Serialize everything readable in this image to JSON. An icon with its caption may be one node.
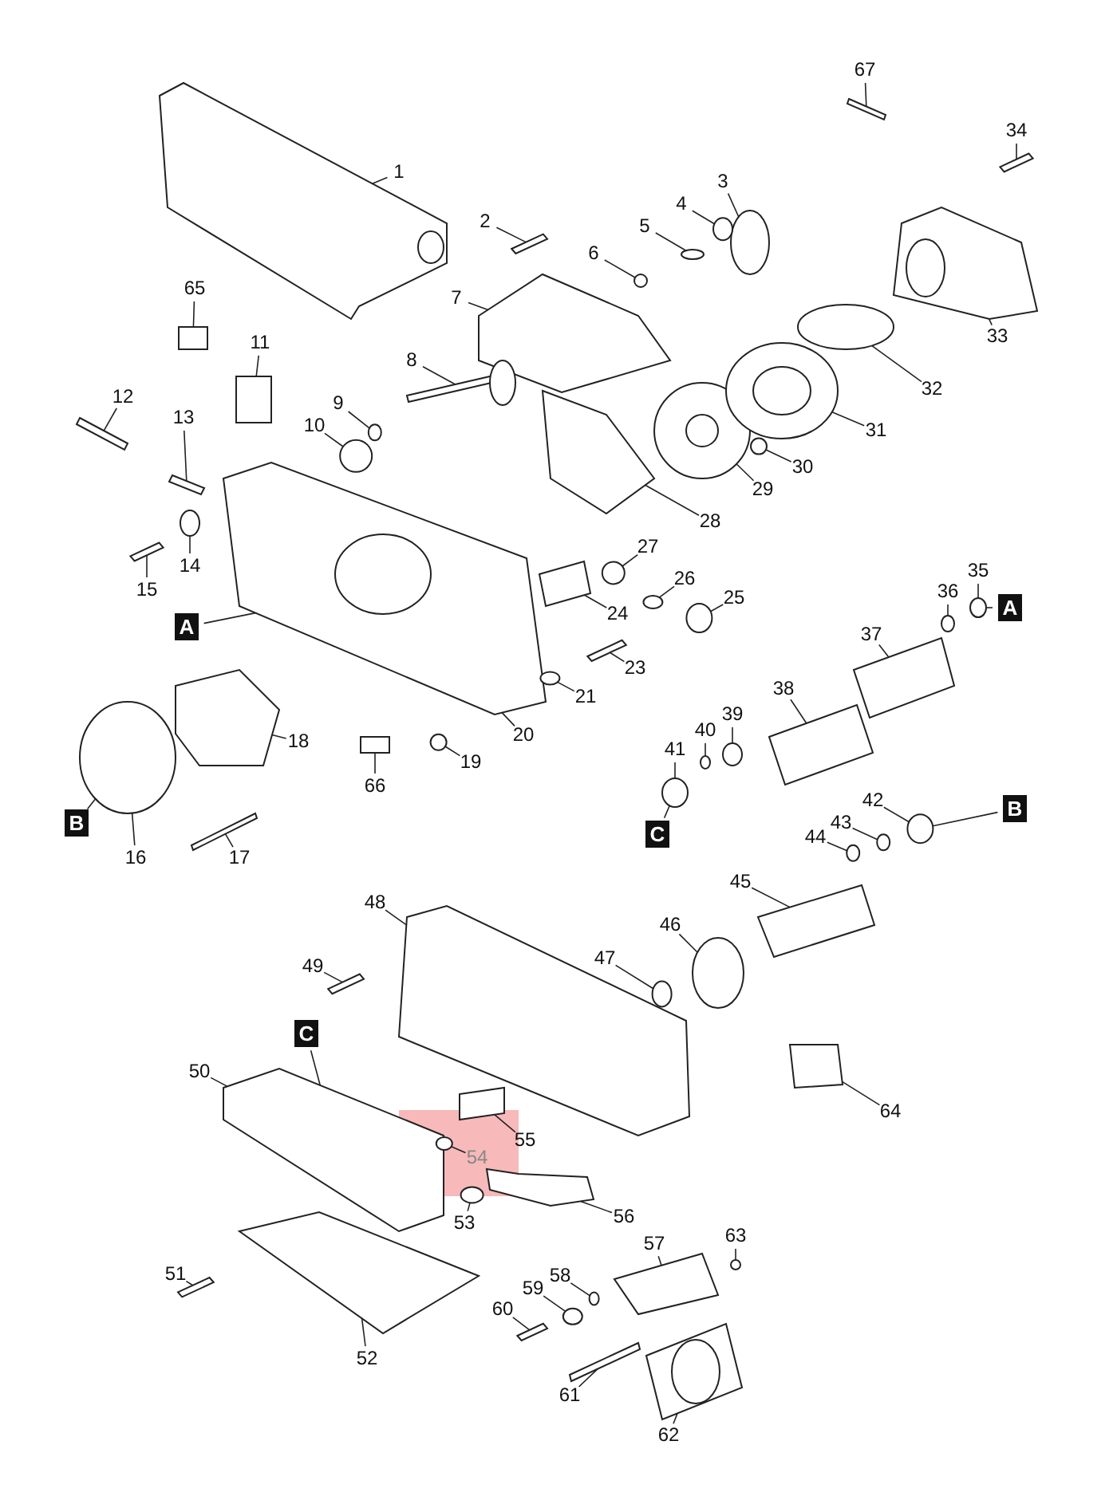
{
  "diagram": {
    "nodes": [
      {
        "text": [
          "1"
        ]
      },
      {
        "text": [
          "2"
        ]
      },
      {
        "text": [
          "3"
        ]
      },
      {
        "text": [
          "4"
        ]
      },
      {
        "text": [
          "5"
        ]
      },
      {
        "text": [
          "6"
        ]
      },
      {
        "text": [
          "7"
        ]
      },
      {
        "text": [
          "8"
        ]
      },
      {
        "text": [
          "9"
        ]
      },
      {
        "text": [
          "10"
        ]
      },
      {
        "text": [
          "11"
        ]
      },
      {
        "text": [
          "12"
        ]
      },
      {
        "text": [
          "13"
        ]
      },
      {
        "text": [
          "14"
        ]
      },
      {
        "text": [
          "15"
        ]
      },
      {
        "text": [
          "16"
        ]
      },
      {
        "text": [
          "17"
        ]
      },
      {
        "text": [
          "18"
        ]
      },
      {
        "text": [
          "19"
        ]
      },
      {
        "text": [
          "20"
        ]
      },
      {
        "text": [
          "21"
        ]
      },
      {
        "text": [
          "23"
        ]
      },
      {
        "text": [
          "24"
        ]
      },
      {
        "text": [
          "25"
        ]
      },
      {
        "text": [
          "26"
        ]
      },
      {
        "text": [
          "27"
        ]
      },
      {
        "text": [
          "28"
        ]
      },
      {
        "text": [
          "29"
        ]
      },
      {
        "text": [
          "30"
        ]
      },
      {
        "text": [
          "31"
        ]
      },
      {
        "text": [
          "32"
        ]
      },
      {
        "text": [
          "33"
        ]
      },
      {
        "text": [
          "34"
        ]
      },
      {
        "text": [
          "35"
        ]
      },
      {
        "text": [
          "36"
        ]
      },
      {
        "text": [
          "37"
        ]
      },
      {
        "text": [
          "38"
        ]
      },
      {
        "text": [
          "39"
        ]
      },
      {
        "text": [
          "40"
        ]
      },
      {
        "text": [
          "41"
        ]
      },
      {
        "text": [
          "42"
        ]
      },
      {
        "text": [
          "43"
        ]
      },
      {
        "text": [
          "44"
        ]
      },
      {
        "text": [
          "45"
        ]
      },
      {
        "text": [
          "46"
        ]
      },
      {
        "text": [
          "47"
        ]
      },
      {
        "text": [
          "48"
        ]
      },
      {
        "text": [
          "49"
        ]
      },
      {
        "text": [
          "50"
        ]
      },
      {
        "text": [
          "51"
        ]
      },
      {
        "text": [
          "52"
        ]
      },
      {
        "text": [
          "53"
        ]
      },
      {
        "text": [
          "54"
        ]
      },
      {
        "text": [
          "55"
        ]
      },
      {
        "text": [
          "56"
        ]
      },
      {
        "text": [
          "57"
        ]
      },
      {
        "text": [
          "58"
        ]
      },
      {
        "text": [
          "59"
        ]
      },
      {
        "text": [
          "60"
        ]
      },
      {
        "text": [
          "61"
        ]
      },
      {
        "text": [
          "62"
        ]
      },
      {
        "text": [
          "63"
        ]
      },
      {
        "text": [
          "64"
        ]
      },
      {
        "text": [
          "65"
        ]
      },
      {
        "text": [
          "66"
        ]
      },
      {
        "text": [
          "67"
        ]
      },
      {
        "text": [
          "A"
        ]
      },
      {
        "text": [
          "A"
        ]
      },
      {
        "text": [
          "B"
        ]
      },
      {
        "text": [
          "B"
        ]
      },
      {
        "text": [
          "C"
        ]
      },
      {
        "text": [
          "C"
        ]
      },
      {
        "text": [],
        "shape": "box"
      },
      {
        "text": [],
        "shape": "bar"
      },
      {
        "text": [],
        "shape": "circle"
      },
      {
        "text": [],
        "shape": "circle"
      },
      {
        "text": [],
        "shape": "circle"
      },
      {
        "text": [],
        "shape": "circle"
      },
      {
        "text": [],
        "shape": "box"
      },
      {
        "text": [],
        "shape": "bar"
      },
      {
        "text": [],
        "shape": "circle"
      },
      {
        "text": [],
        "shape": "circle"
      },
      {
        "text": [],
        "shape": "box"
      },
      {
        "text": [],
        "shape": "bar"
      },
      {
        "text": [],
        "shape": "bar"
      },
      {
        "text": [],
        "shape": "circle"
      },
      {
        "text": [],
        "shape": "bar"
      },
      {
        "text": [],
        "shape": "circle"
      },
      {
        "text": [],
        "shape": "bar"
      },
      {
        "text": [],
        "shape": "box"
      },
      {
        "text": [],
        "shape": "circle"
      },
      {
        "text": [],
        "shape": "box"
      },
      {
        "text": [],
        "shape": "circle"
      },
      {
        "text": [],
        "shape": "bar"
      },
      {
        "text": [],
        "shape": "box"
      },
      {
        "text": [],
        "shape": "circle"
      },
      {
        "text": [],
        "shape": "circle"
      },
      {
        "text": [],
        "shape": "circle"
      },
      {
        "text": [],
        "shape": "box"
      },
      {
        "text": [],
        "shape": "circle"
      },
      {
        "text": [],
        "shape": "circle"
      },
      {
        "text": [],
        "shape": "circle"
      },
      {
        "text": [],
        "shape": "circle"
      },
      {
        "text": [],
        "shape": "box"
      },
      {
        "text": [],
        "shape": "bar"
      },
      {
        "text": [],
        "shape": "circle"
      },
      {
        "text": [],
        "shape": "circle"
      },
      {
        "text": [],
        "shape": "box"
      },
      {
        "text": [],
        "shape": "box"
      },
      {
        "text": [],
        "shape": "circle"
      },
      {
        "text": [],
        "shape": "circle"
      },
      {
        "text": [],
        "shape": "circle"
      },
      {
        "text": [],
        "shape": "circle"
      },
      {
        "text": [],
        "shape": "circle"
      },
      {
        "text": [],
        "shape": "circle"
      },
      {
        "text": [],
        "shape": "box"
      },
      {
        "text": [],
        "shape": "circle"
      },
      {
        "text": [],
        "shape": "circle"
      },
      {
        "text": [],
        "shape": "box"
      },
      {
        "text": [],
        "shape": "bar"
      },
      {
        "text": [],
        "shape": "box"
      },
      {
        "text": [],
        "shape": "bar"
      },
      {
        "text": [],
        "shape": "box"
      },
      {
        "text": [],
        "shape": "circle"
      },
      {
        "text": [],
        "shape": "circle"
      },
      {
        "text": [],
        "shape": "box"
      },
      {
        "text": [],
        "shape": "box"
      },
      {
        "text": [],
        "shape": "box"
      },
      {
        "text": [],
        "shape": "circle"
      },
      {
        "text": [],
        "shape": "circle"
      },
      {
        "text": [],
        "shape": "bar"
      },
      {
        "text": [],
        "shape": "bar"
      },
      {
        "text": [],
        "shape": "box"
      },
      {
        "text": [],
        "shape": "circle"
      },
      {
        "text": [],
        "shape": "box"
      },
      {
        "text": [],
        "shape": "box"
      },
      {
        "text": [],
        "shape": "box"
      },
      {
        "text": [],
        "shape": "bar"
      }
    ],
    "edges": [
      {
        "from": 0,
        "to": 72,
        "arrow": "none"
      },
      {
        "from": 1,
        "to": 73,
        "arrow": "none"
      },
      {
        "from": 2,
        "to": 74,
        "arrow": "none"
      },
      {
        "from": 3,
        "to": 75,
        "arrow": "none"
      },
      {
        "from": 4,
        "to": 76,
        "arrow": "none"
      },
      {
        "from": 5,
        "to": 77,
        "arrow": "none"
      },
      {
        "from": 6,
        "to": 78,
        "arrow": "none"
      },
      {
        "from": 7,
        "to": 79,
        "arrow": "none"
      },
      {
        "from": 8,
        "to": 80,
        "arrow": "none"
      },
      {
        "from": 9,
        "to": 81,
        "arrow": "none"
      },
      {
        "from": 10,
        "to": 82,
        "arrow": "none"
      },
      {
        "from": 11,
        "to": 83,
        "arrow": "none"
      },
      {
        "from": 12,
        "to": 84,
        "arrow": "none"
      },
      {
        "from": 13,
        "to": 85,
        "arrow": "none"
      },
      {
        "from": 14,
        "to": 86,
        "arrow": "none"
      },
      {
        "from": 15,
        "to": 87,
        "arrow": "none"
      },
      {
        "from": 16,
        "to": 88,
        "arrow": "none"
      },
      {
        "from": 17,
        "to": 89,
        "arrow": "none"
      },
      {
        "from": 18,
        "to": 90,
        "arrow": "none"
      },
      {
        "from": 19,
        "to": 91,
        "arrow": "none"
      },
      {
        "from": 20,
        "to": 92,
        "arrow": "none"
      },
      {
        "from": 21,
        "to": 93,
        "arrow": "none"
      },
      {
        "from": 22,
        "to": 94,
        "arrow": "none"
      },
      {
        "from": 23,
        "to": 95,
        "arrow": "none"
      },
      {
        "from": 24,
        "to": 96,
        "arrow": "none"
      },
      {
        "from": 25,
        "to": 97,
        "arrow": "none"
      },
      {
        "from": 26,
        "to": 98,
        "arrow": "none"
      },
      {
        "from": 27,
        "to": 99,
        "arrow": "none"
      },
      {
        "from": 28,
        "to": 100,
        "arrow": "none"
      },
      {
        "from": 29,
        "to": 101,
        "arrow": "none"
      },
      {
        "from": 30,
        "to": 102,
        "arrow": "none"
      },
      {
        "from": 31,
        "to": 103,
        "arrow": "none"
      },
      {
        "from": 32,
        "to": 104,
        "arrow": "none"
      },
      {
        "from": 33,
        "to": 105,
        "arrow": "none"
      },
      {
        "from": 34,
        "to": 106,
        "arrow": "none"
      },
      {
        "from": 35,
        "to": 107,
        "arrow": "none"
      },
      {
        "from": 36,
        "to": 108,
        "arrow": "none"
      },
      {
        "from": 37,
        "to": 109,
        "arrow": "none"
      },
      {
        "from": 38,
        "to": 110,
        "arrow": "none"
      },
      {
        "from": 39,
        "to": 111,
        "arrow": "none"
      },
      {
        "from": 40,
        "to": 112,
        "arrow": "none"
      },
      {
        "from": 41,
        "to": 113,
        "arrow": "none"
      },
      {
        "from": 42,
        "to": 114,
        "arrow": "none"
      },
      {
        "from": 43,
        "to": 115,
        "arrow": "none"
      },
      {
        "from": 44,
        "to": 116,
        "arrow": "none"
      },
      {
        "from": 45,
        "to": 117,
        "arrow": "none"
      },
      {
        "from": 46,
        "to": 118,
        "arrow": "none"
      },
      {
        "from": 47,
        "to": 119,
        "arrow": "none"
      },
      {
        "from": 48,
        "to": 120,
        "arrow": "none"
      },
      {
        "from": 49,
        "to": 121,
        "arrow": "none"
      },
      {
        "from": 50,
        "to": 122,
        "arrow": "none"
      },
      {
        "from": 51,
        "to": 123,
        "arrow": "none"
      },
      {
        "from": 52,
        "to": 124,
        "arrow": "none"
      },
      {
        "from": 53,
        "to": 125,
        "arrow": "none"
      },
      {
        "from": 54,
        "to": 126,
        "arrow": "none"
      },
      {
        "from": 55,
        "to": 127,
        "arrow": "none"
      },
      {
        "from": 56,
        "to": 128,
        "arrow": "none"
      },
      {
        "from": 57,
        "to": 129,
        "arrow": "none"
      },
      {
        "from": 58,
        "to": 130,
        "arrow": "none"
      },
      {
        "from": 59,
        "to": 131,
        "arrow": "none"
      },
      {
        "from": 60,
        "to": 132,
        "arrow": "none"
      },
      {
        "from": 61,
        "to": 133,
        "arrow": "none"
      },
      {
        "from": 62,
        "to": 134,
        "arrow": "none"
      },
      {
        "from": 63,
        "to": 135,
        "arrow": "none"
      },
      {
        "from": 64,
        "to": 136,
        "arrow": "none"
      },
      {
        "from": 65,
        "to": 137,
        "arrow": "none"
      },
      {
        "from": 66,
        "to": 105,
        "arrow": "none"
      },
      {
        "from": 67,
        "to": 91,
        "arrow": "none"
      },
      {
        "from": 68,
        "to": 112,
        "arrow": "none"
      },
      {
        "from": 69,
        "to": 87,
        "arrow": "none"
      },
      {
        "from": 70,
        "to": 111,
        "arrow": "none"
      },
      {
        "from": 71,
        "to": 120,
        "arrow": "none"
      }
    ]
  }
}
